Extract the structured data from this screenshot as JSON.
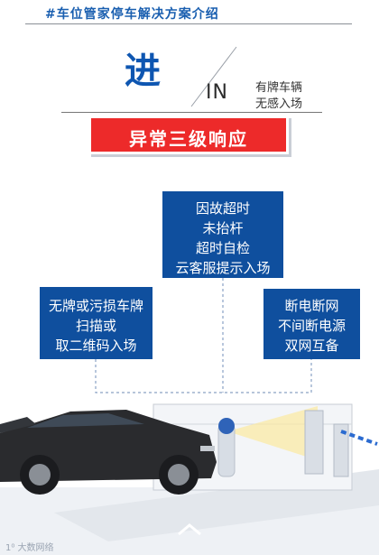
{
  "header": {
    "title": "#车位管家停车解决方案介绍"
  },
  "hero": {
    "big_char": "进",
    "in_label": "IN",
    "sub_line1": "有牌车辆",
    "sub_line2": "无感入场"
  },
  "banner": {
    "label": "异常三级响应"
  },
  "cards": {
    "top": {
      "lines": [
        "因故超时",
        "未抬杆",
        "超时自检",
        "云客服提示入场"
      ]
    },
    "left": {
      "lines": [
        "无牌或污损车牌",
        "扫描或",
        "取二维码入场"
      ]
    },
    "right": {
      "lines": [
        "断电断网",
        "不间断电源",
        "双网互备"
      ]
    }
  },
  "watermark": {
    "text": "1⁰ 大数网络"
  },
  "colors": {
    "brand_blue": "#0f4f9e",
    "alert_red": "#ed2a2a",
    "title_blue": "#0e56b1"
  },
  "icons": {
    "scroll_up": "chevron-up-icon",
    "vehicle": "suv-car-icon",
    "barrier": "parking-barrier-gate-icon"
  }
}
